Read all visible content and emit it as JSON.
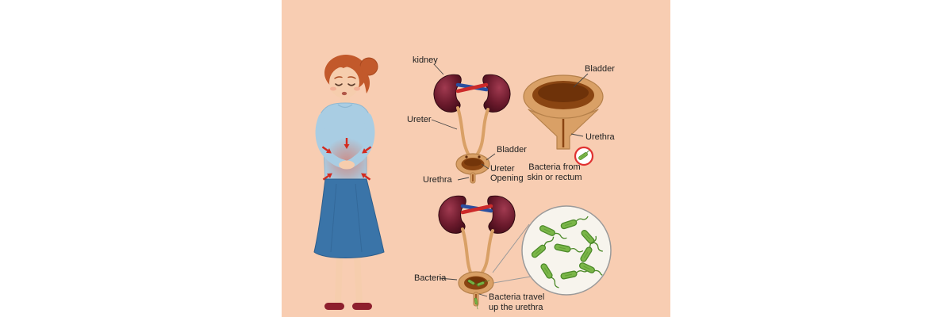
{
  "colors": {
    "panel": "#f8cdb2",
    "page": "#ffffff",
    "kidney_dark": "#3c0a16",
    "kidney_light": "#a13a50",
    "ureter_tube": "#d9a066",
    "bladder_outer": "#d9a066",
    "bladder_inner": "#8a4512",
    "artery_red": "#cc2a2a",
    "vein_blue": "#2a4fa0",
    "bacteria_green": "#7ab648",
    "bacteria_outline": "#4d8a2a",
    "label_text": "#222222",
    "leader_line": "#444444",
    "magnifier_fill": "#f7f4ed",
    "magnifier_stroke": "#9a9a9a",
    "alert_red": "#e03030",
    "pain_red": "#d42a1e",
    "skin": "#f6cdad",
    "hair": "#c2592b",
    "blouse_blue": "#a9cde3",
    "skirt_blue": "#3a74a8",
    "shoe_red": "#8e1f2d"
  },
  "top_diagram": {
    "label_kidney": "kidney",
    "label_ureter": "Ureter",
    "label_bladder": "Bladder",
    "label_ureter_opening_1": "Ureter",
    "label_ureter_opening_2": "Opening",
    "label_urethra": "Urethra"
  },
  "bladder_detail": {
    "label_bladder": "Bladder",
    "label_urethra": "Urethra",
    "label_bacteria_1": "Bacteria from",
    "label_bacteria_2": "skin or rectum"
  },
  "bottom_diagram": {
    "label_bacteria": "Bacteria",
    "label_travel_1": "Bacteria travel",
    "label_travel_2": "up the urethra"
  }
}
